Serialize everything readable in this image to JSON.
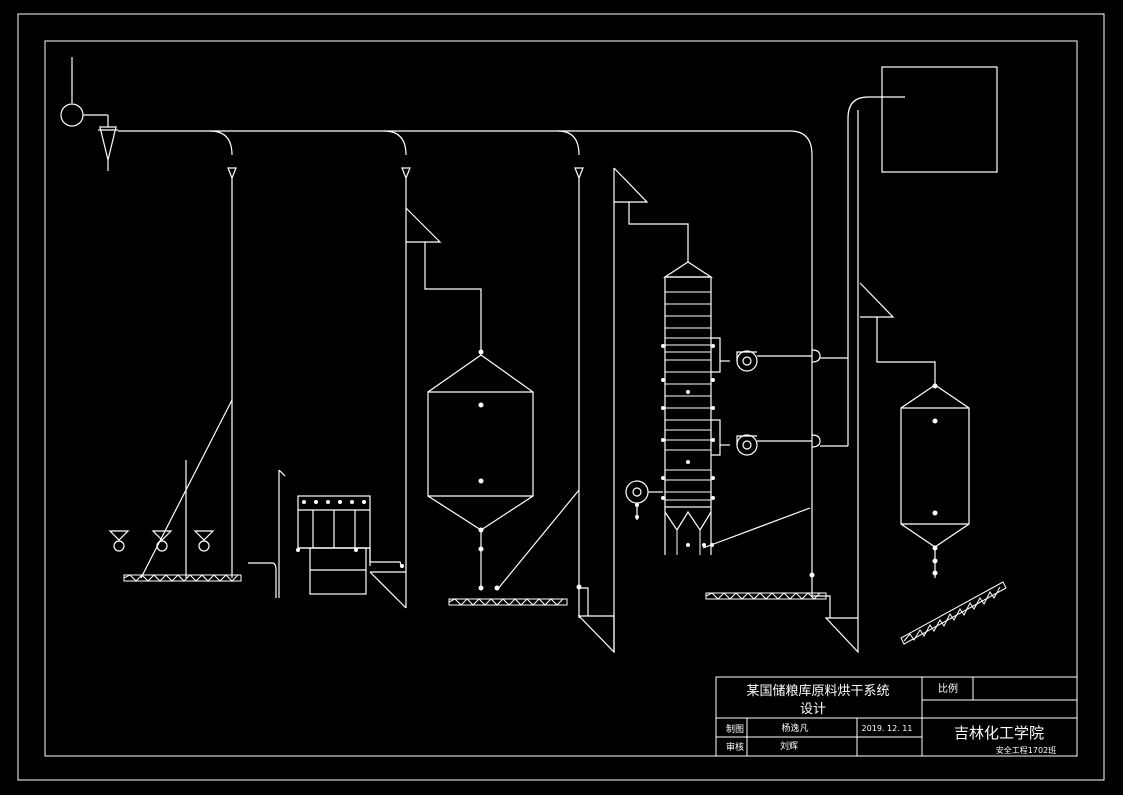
{
  "title_block": {
    "title_line1": "某国储粮库原料烘干系统",
    "title_line2": "设计",
    "scale_label": "比例",
    "scale_value": "",
    "drawn_label": "制图",
    "drawn_by": "杨逸凡",
    "date": "2019. 12. 11",
    "checked_label": "审核",
    "checked_by": "刘辉",
    "school": "吉林化工学院",
    "class_name": "安全工程1702班"
  },
  "colors": {
    "background": "#000000",
    "line": "#ffffff"
  }
}
